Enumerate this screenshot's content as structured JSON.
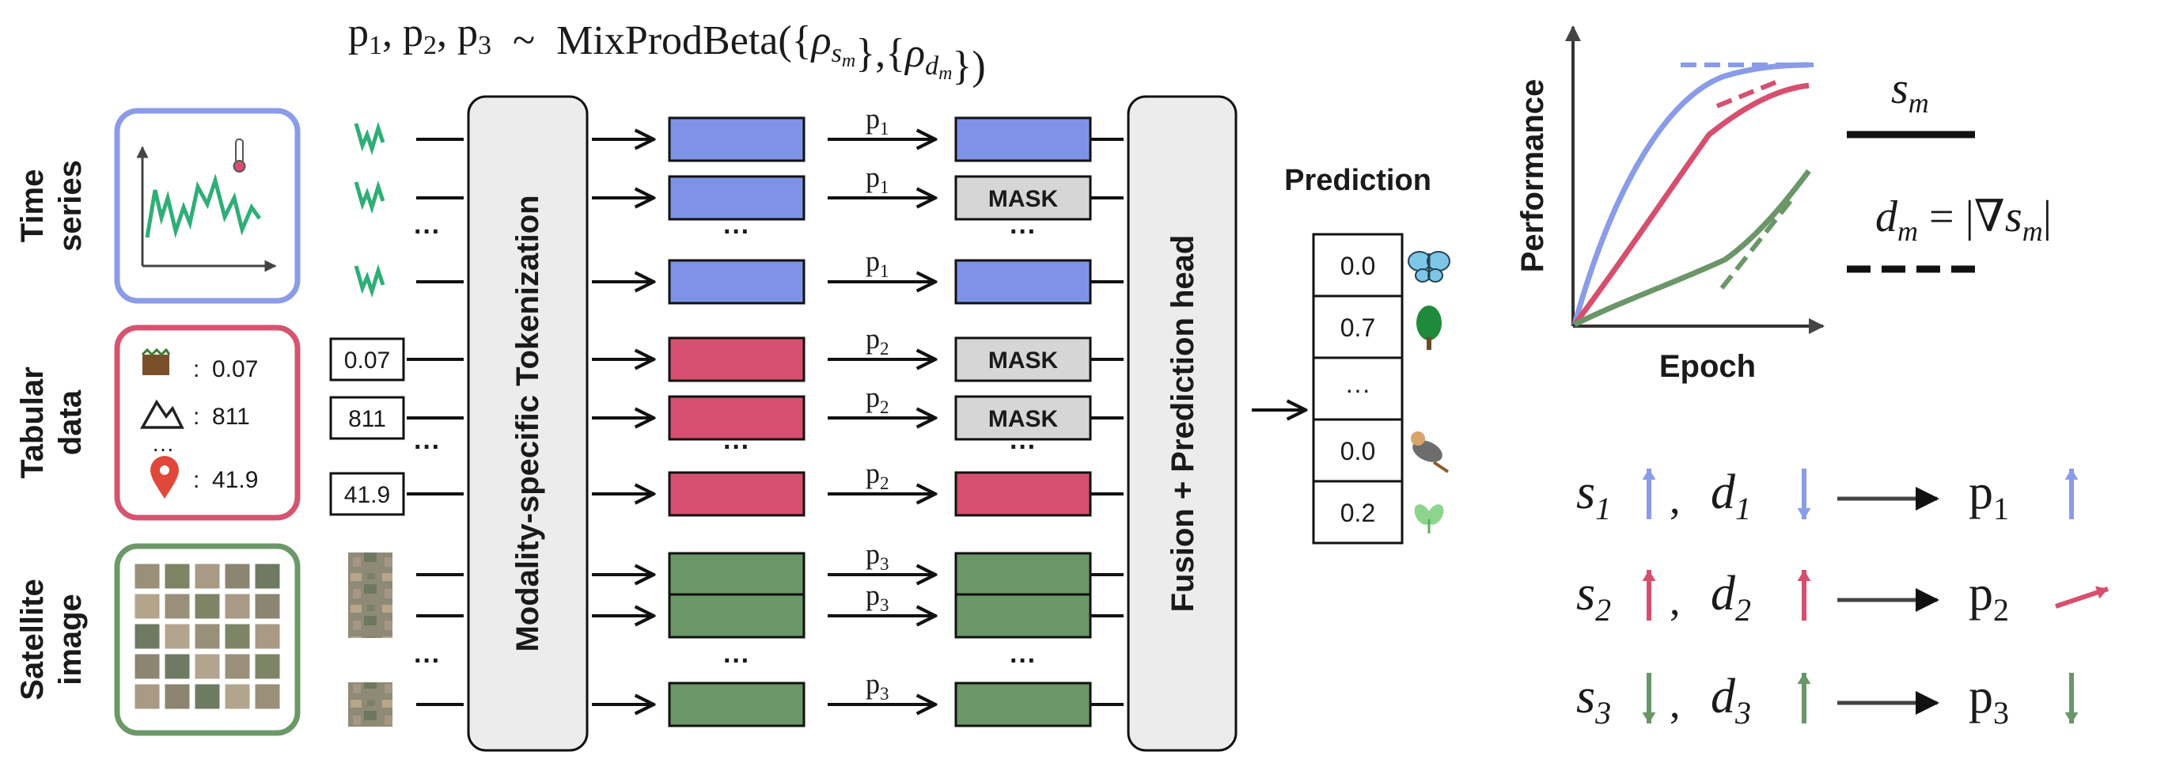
{
  "formula": {
    "p_vars": "p1, p2, p3",
    "tilde": "~",
    "name": "MixProdBeta",
    "rho_s": "ρsm",
    "rho_d": "ρdm"
  },
  "modalities": [
    {
      "key": "time",
      "label_line1": "Time",
      "label_line2": "series",
      "color": "#7f93e6",
      "frame": "#8a9be8",
      "prob": "p1"
    },
    {
      "key": "tab",
      "label_line1": "Tabular",
      "label_line2": "data",
      "color": "#d64f6e",
      "frame": "#d65470",
      "prob": "p2"
    },
    {
      "key": "sat",
      "label_line1": "Satellite",
      "label_line2": "image",
      "color": "#6b9668",
      "frame": "#6c9867",
      "prob": "p3"
    }
  ],
  "tabular_card": {
    "rows": [
      {
        "icon": "soil-icon",
        "value": "0.07"
      },
      {
        "icon": "mountain-icon",
        "value": "811"
      },
      {
        "icon": "location-pin-icon",
        "value": "41.9"
      }
    ],
    "colon": ":",
    "ellipsis": "···"
  },
  "tabular_inputs": [
    "0.07",
    "811",
    "41.9"
  ],
  "tokenization_label": "Modality-specific Tokenization",
  "fusion_label": "Fusion + Prediction head",
  "mask_label": "MASK",
  "ellipsis": "···",
  "prediction": {
    "title": "Prediction",
    "values": [
      "0.0",
      "0.7",
      "···",
      "0.0",
      "0.2"
    ],
    "icons": [
      "butterfly-icon",
      "tree-icon",
      "",
      "bird-icon",
      "sprout-icon"
    ]
  },
  "chart_data": {
    "type": "line",
    "xlabel": "Epoch",
    "ylabel": "Performance",
    "grid": false,
    "series": [
      {
        "color": "#8a9be8",
        "style": "solid"
      },
      {
        "color": "#d64f6e",
        "style": "solid"
      },
      {
        "color": "#6b9668",
        "style": "solid"
      },
      {
        "color": "#8a9be8",
        "style": "dashed"
      },
      {
        "color": "#d64f6e",
        "style": "dashed"
      },
      {
        "color": "#6b9668",
        "style": "dashed"
      }
    ]
  },
  "legend": {
    "s_label": "sm",
    "d_label": "dm = |∇sm|"
  },
  "rules": [
    {
      "s": "s1",
      "s_dir": "up",
      "d": "d1",
      "d_dir": "down",
      "p": "p1",
      "p_dir": "up",
      "color": "#8a9be8"
    },
    {
      "s": "s2",
      "s_dir": "up",
      "d": "d2",
      "d_dir": "up",
      "p": "p2",
      "p_dir": "right",
      "color": "#d64f6e"
    },
    {
      "s": "s3",
      "s_dir": "down",
      "d": "d3",
      "d_dir": "up",
      "p": "p3",
      "p_dir": "down",
      "color": "#6b9668"
    }
  ],
  "comma": ","
}
